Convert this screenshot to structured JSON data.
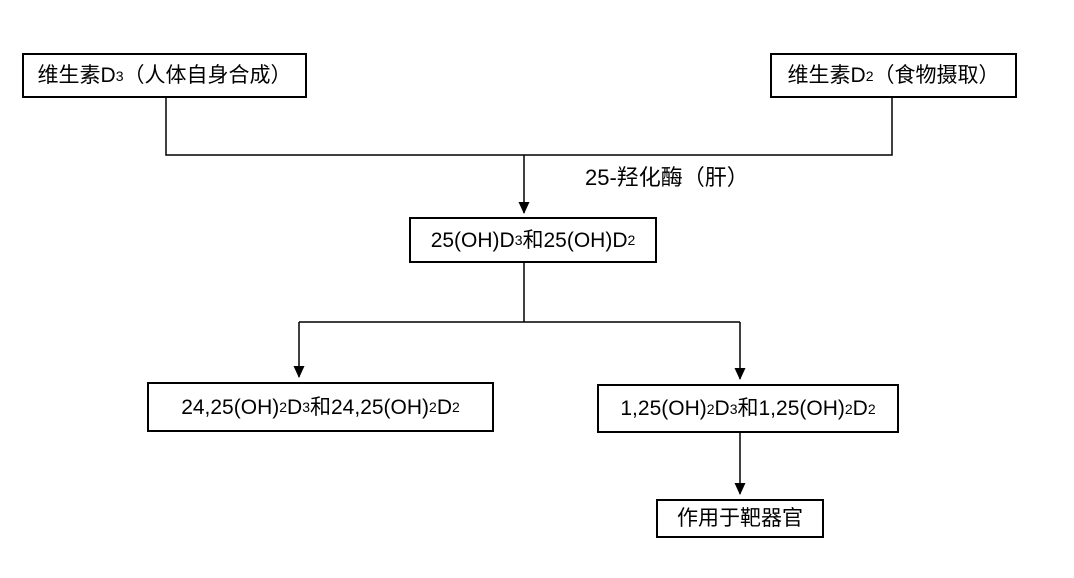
{
  "page": {
    "background_color": "#ffffff",
    "line_color": "#000000",
    "text_color": "#000000"
  },
  "diagram": {
    "type": "flowchart",
    "nodes": [
      {
        "id": "vitamin-d3",
        "parts": [
          {
            "text": "维生素D"
          },
          {
            "text": "3",
            "sub": true
          },
          {
            "text": "（人体自身合成）"
          }
        ]
      },
      {
        "id": "vitamin-d2",
        "parts": [
          {
            "text": "维生素D"
          },
          {
            "text": "2",
            "sub": true
          },
          {
            "text": "（食物摄取）"
          }
        ]
      },
      {
        "id": "25-oh-d",
        "parts": [
          {
            "text": "25(OH)D"
          },
          {
            "text": "3",
            "sub": true
          },
          {
            "text": "和25(OH)D"
          },
          {
            "text": "2",
            "sub": true
          }
        ]
      },
      {
        "id": "24-25-oh2-d",
        "parts": [
          {
            "text": "24,25(OH)"
          },
          {
            "text": "2",
            "sub": true
          },
          {
            "text": "D"
          },
          {
            "text": "3",
            "sub": true
          },
          {
            "text": "和24,25(OH)"
          },
          {
            "text": "2",
            "sub": true
          },
          {
            "text": "D"
          },
          {
            "text": "2",
            "sub": true
          }
        ]
      },
      {
        "id": "1-25-oh2-d",
        "parts": [
          {
            "text": "1,25(OH)"
          },
          {
            "text": "2",
            "sub": true
          },
          {
            "text": "D"
          },
          {
            "text": "3",
            "sub": true
          },
          {
            "text": "和1,25(OH)"
          },
          {
            "text": "2",
            "sub": true
          },
          {
            "text": "D"
          },
          {
            "text": "2",
            "sub": true
          }
        ]
      },
      {
        "id": "target-organ",
        "parts": [
          {
            "text": "作用于靶器官"
          }
        ]
      }
    ],
    "edge_label": {
      "parts": [
        {
          "text": "25-羟化酶（肝）"
        }
      ]
    },
    "edges": [
      {
        "from": "vitamin-d3",
        "to": "25-oh-d",
        "label": "25-羟化酶（肝）"
      },
      {
        "from": "vitamin-d2",
        "to": "25-oh-d",
        "label": "25-羟化酶（肝）"
      },
      {
        "from": "25-oh-d",
        "to": "24-25-oh2-d",
        "label": ""
      },
      {
        "from": "25-oh-d",
        "to": "1-25-oh2-d",
        "label": ""
      },
      {
        "from": "1-25-oh2-d",
        "to": "target-organ",
        "label": ""
      }
    ]
  }
}
